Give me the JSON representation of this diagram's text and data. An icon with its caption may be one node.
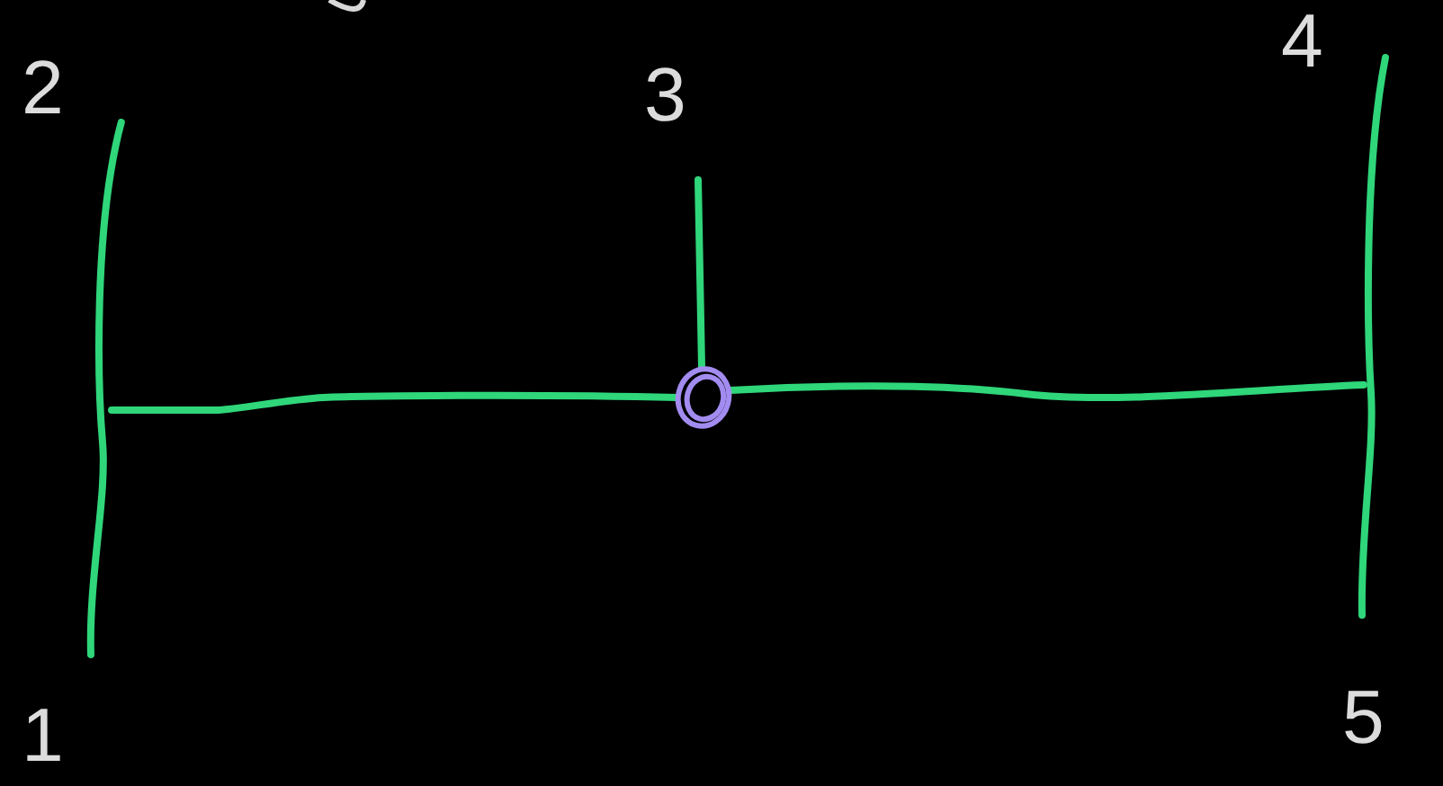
{
  "diagram": {
    "nodes": [
      {
        "text": [],
        "shape": "bar"
      },
      {
        "text": [],
        "shape": "circle"
      },
      {
        "text": [],
        "shape": "bar"
      }
    ],
    "edges": [
      {
        "from": 1,
        "to": 0,
        "arrow": "none"
      },
      {
        "from": 1,
        "to": 2,
        "arrow": "none"
      },
      {
        "from": 1,
        "to": null,
        "arrow": "none"
      }
    ],
    "labels": [
      "2",
      "3",
      "4",
      "1",
      "5"
    ]
  }
}
